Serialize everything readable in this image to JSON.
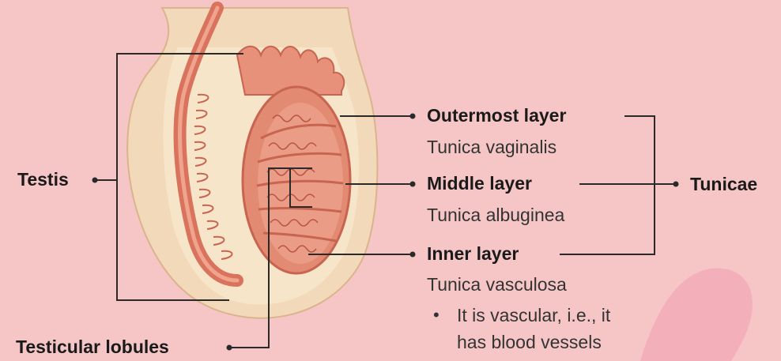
{
  "labels": {
    "testis": "Testis",
    "testicular_lobules": "Testicular lobules",
    "tunicae": "Tunicae"
  },
  "layers": [
    {
      "title": "Outermost layer",
      "name": "Tunica vaginalis"
    },
    {
      "title": "Middle layer",
      "name": "Tunica albuginea"
    },
    {
      "title": "Inner layer",
      "name": "Tunica vasculosa"
    }
  ],
  "note": {
    "line1": "It is vascular, i.e., it",
    "line2": "has blood vessels"
  },
  "colors": {
    "background": "#f6c6c6",
    "line": "#2a2a2a",
    "sac_outer": "#f1d9b9",
    "sac_inner": "#f7e6cc",
    "tissue": "#e8917a",
    "tissue_dark": "#c8644f",
    "watermark": "#f2a7b5"
  }
}
